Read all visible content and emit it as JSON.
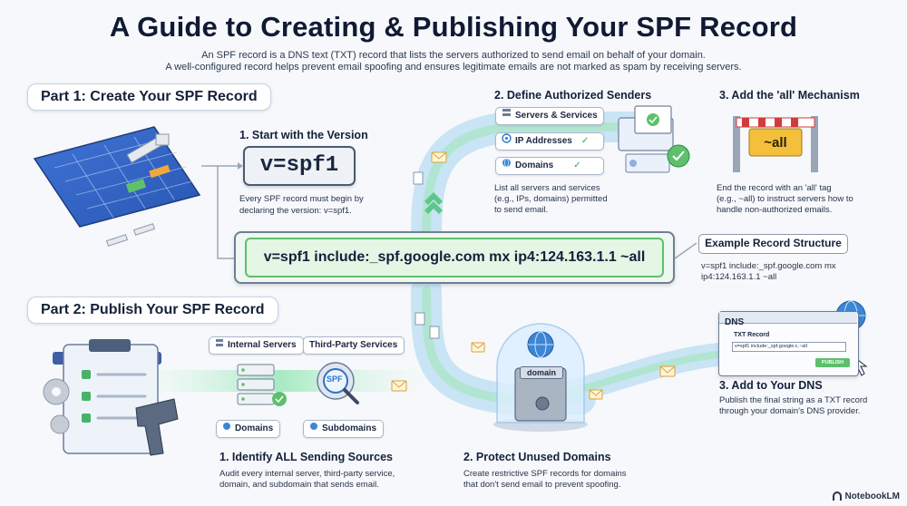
{
  "header": {
    "title": "A Guide to Creating & Publishing Your SPF Record",
    "subtitle_line1": "An SPF record is a DNS text (TXT) record that lists the servers authorized to send email on behalf of your domain.",
    "subtitle_line2": "A well-configured record helps prevent email spoofing and ensures legitimate emails are not marked as spam by receiving servers."
  },
  "part1": {
    "title": "Part 1: Create Your SPF Record",
    "step1": {
      "title": "1. Start with the Version",
      "version_tag": "v=spf1",
      "desc_line1": "Every SPF record must begin by",
      "desc_line2": "declaring the version: v=spf1."
    },
    "step2": {
      "title": "2. Define Authorized Senders",
      "items": [
        {
          "label": "Servers & Services",
          "icon": "server-icon",
          "check": ""
        },
        {
          "label": "IP Addresses",
          "icon": "network-icon",
          "check": "✓"
        },
        {
          "label": "Domains",
          "icon": "globe-icon",
          "check": "✓"
        }
      ],
      "desc_line1": "List all servers and services",
      "desc_line2": "(e.g., IPs, domains) permitted",
      "desc_line3": "to send email."
    },
    "step3": {
      "title": "3. Add the 'all' Mechanism",
      "tag": "~all",
      "desc_line1": "End the record with an 'all' tag",
      "desc_line2": "(e.g., ~all) to instruct servers how to",
      "desc_line3": "handle non-authorized emails."
    }
  },
  "record": {
    "text": "v=spf1 include:_spf.google.com mx ip4:124.163.1.1 ~all",
    "example_title": "Example Record Structure",
    "example_line1": "v=spf1 include:_spf.google.com mx",
    "example_line2": "ip4:124.163.1.1 ~all"
  },
  "part2": {
    "title": "Part 2: Publish Your SPF Record",
    "step1": {
      "title": "1. Identify ALL Sending Sources",
      "labels": {
        "internal": "Internal Servers",
        "third_party": "Third-Party Services",
        "domains": "Domains",
        "subdomains": "Subdomains"
      },
      "desc_line1": "Audit every internal server, third-party service,",
      "desc_line2": "domain, and subdomain that sends email."
    },
    "step2": {
      "title": "2. Protect Unused Domains",
      "vault_label": "domain",
      "desc_line1": "Create restrictive SPF records for domains",
      "desc_line2": "that don't send email to prevent spoofing."
    },
    "step3": {
      "title": "3. Add to Your DNS",
      "window_title": "DNS",
      "field_label": "TXT Record",
      "field_value": "v=spf1 include:_spf.google.c.~all",
      "button": "PUBLISH",
      "desc_line1": "Publish the final string as a TXT record",
      "desc_line2": "through your domain's DNS provider."
    }
  },
  "brand": "NotebookLM",
  "colors": {
    "road": "#c6e3f3",
    "road_glow": "#8fe0b0",
    "accent_green": "#5fc06b",
    "accent_blue": "#2e73c7",
    "text_dark": "#15213a"
  }
}
